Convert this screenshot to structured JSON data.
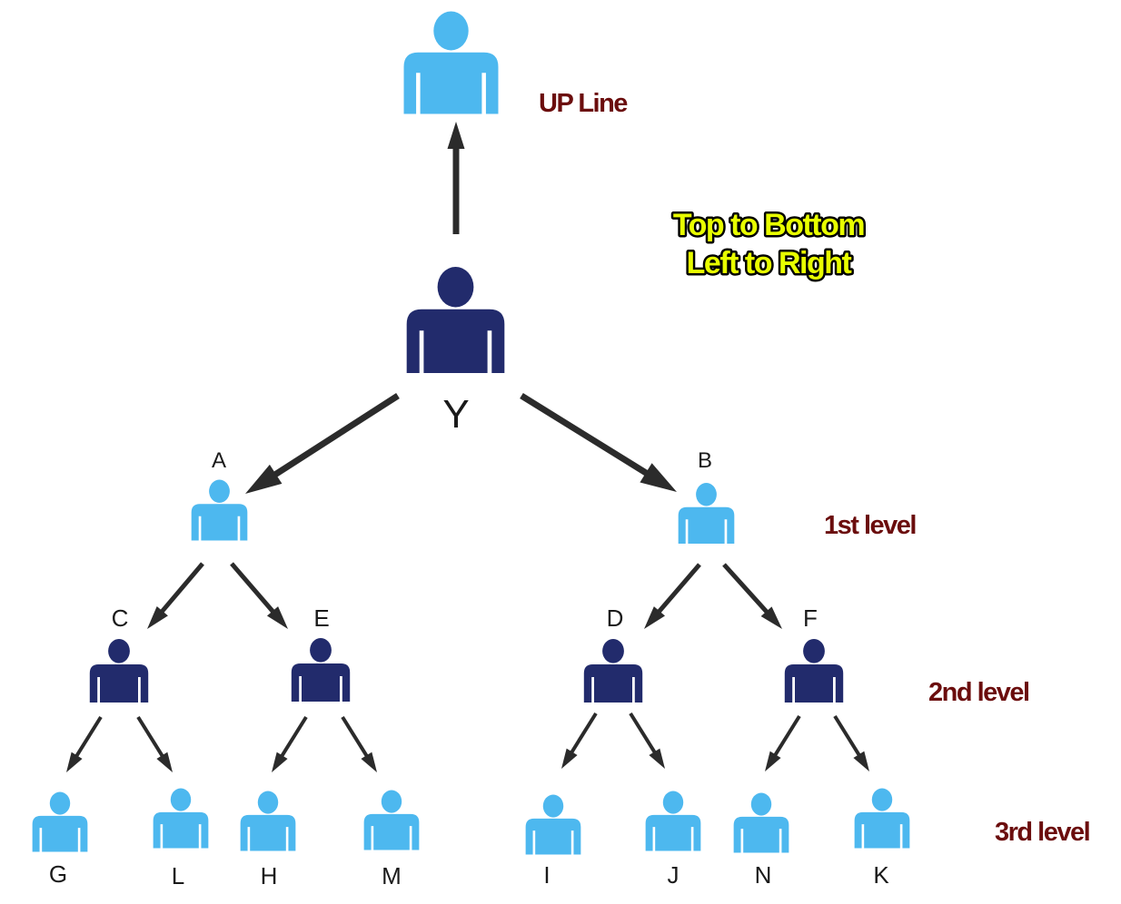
{
  "colors": {
    "light": "#4db8ef",
    "dark": "#222b6c",
    "arrow": "#2b2b2b",
    "label_fill": "#6b0d0d",
    "label_stroke": "#ffffff",
    "heading_fill": "#e8ff00",
    "heading_stroke": "#000000"
  },
  "heading": {
    "line1": "Top to Bottom",
    "line2": "Left to Right"
  },
  "level_labels": {
    "upline": "UP Line",
    "level1": "1st level",
    "level2": "2nd level",
    "level3": "3rd level"
  },
  "tree": {
    "upline": {
      "label": "",
      "tone": "light"
    },
    "root": {
      "label": "Y",
      "tone": "dark"
    },
    "level1": [
      {
        "label": "A",
        "tone": "light"
      },
      {
        "label": "B",
        "tone": "light"
      }
    ],
    "level2": [
      {
        "label": "C",
        "tone": "dark"
      },
      {
        "label": "E",
        "tone": "dark"
      },
      {
        "label": "D",
        "tone": "dark"
      },
      {
        "label": "F",
        "tone": "dark"
      }
    ],
    "level3": [
      {
        "label": "G",
        "tone": "light"
      },
      {
        "label": "L",
        "tone": "light"
      },
      {
        "label": "H",
        "tone": "light"
      },
      {
        "label": "M",
        "tone": "light"
      },
      {
        "label": "I",
        "tone": "light"
      },
      {
        "label": "J",
        "tone": "light"
      },
      {
        "label": "N",
        "tone": "light"
      },
      {
        "label": "K",
        "tone": "light"
      }
    ]
  }
}
